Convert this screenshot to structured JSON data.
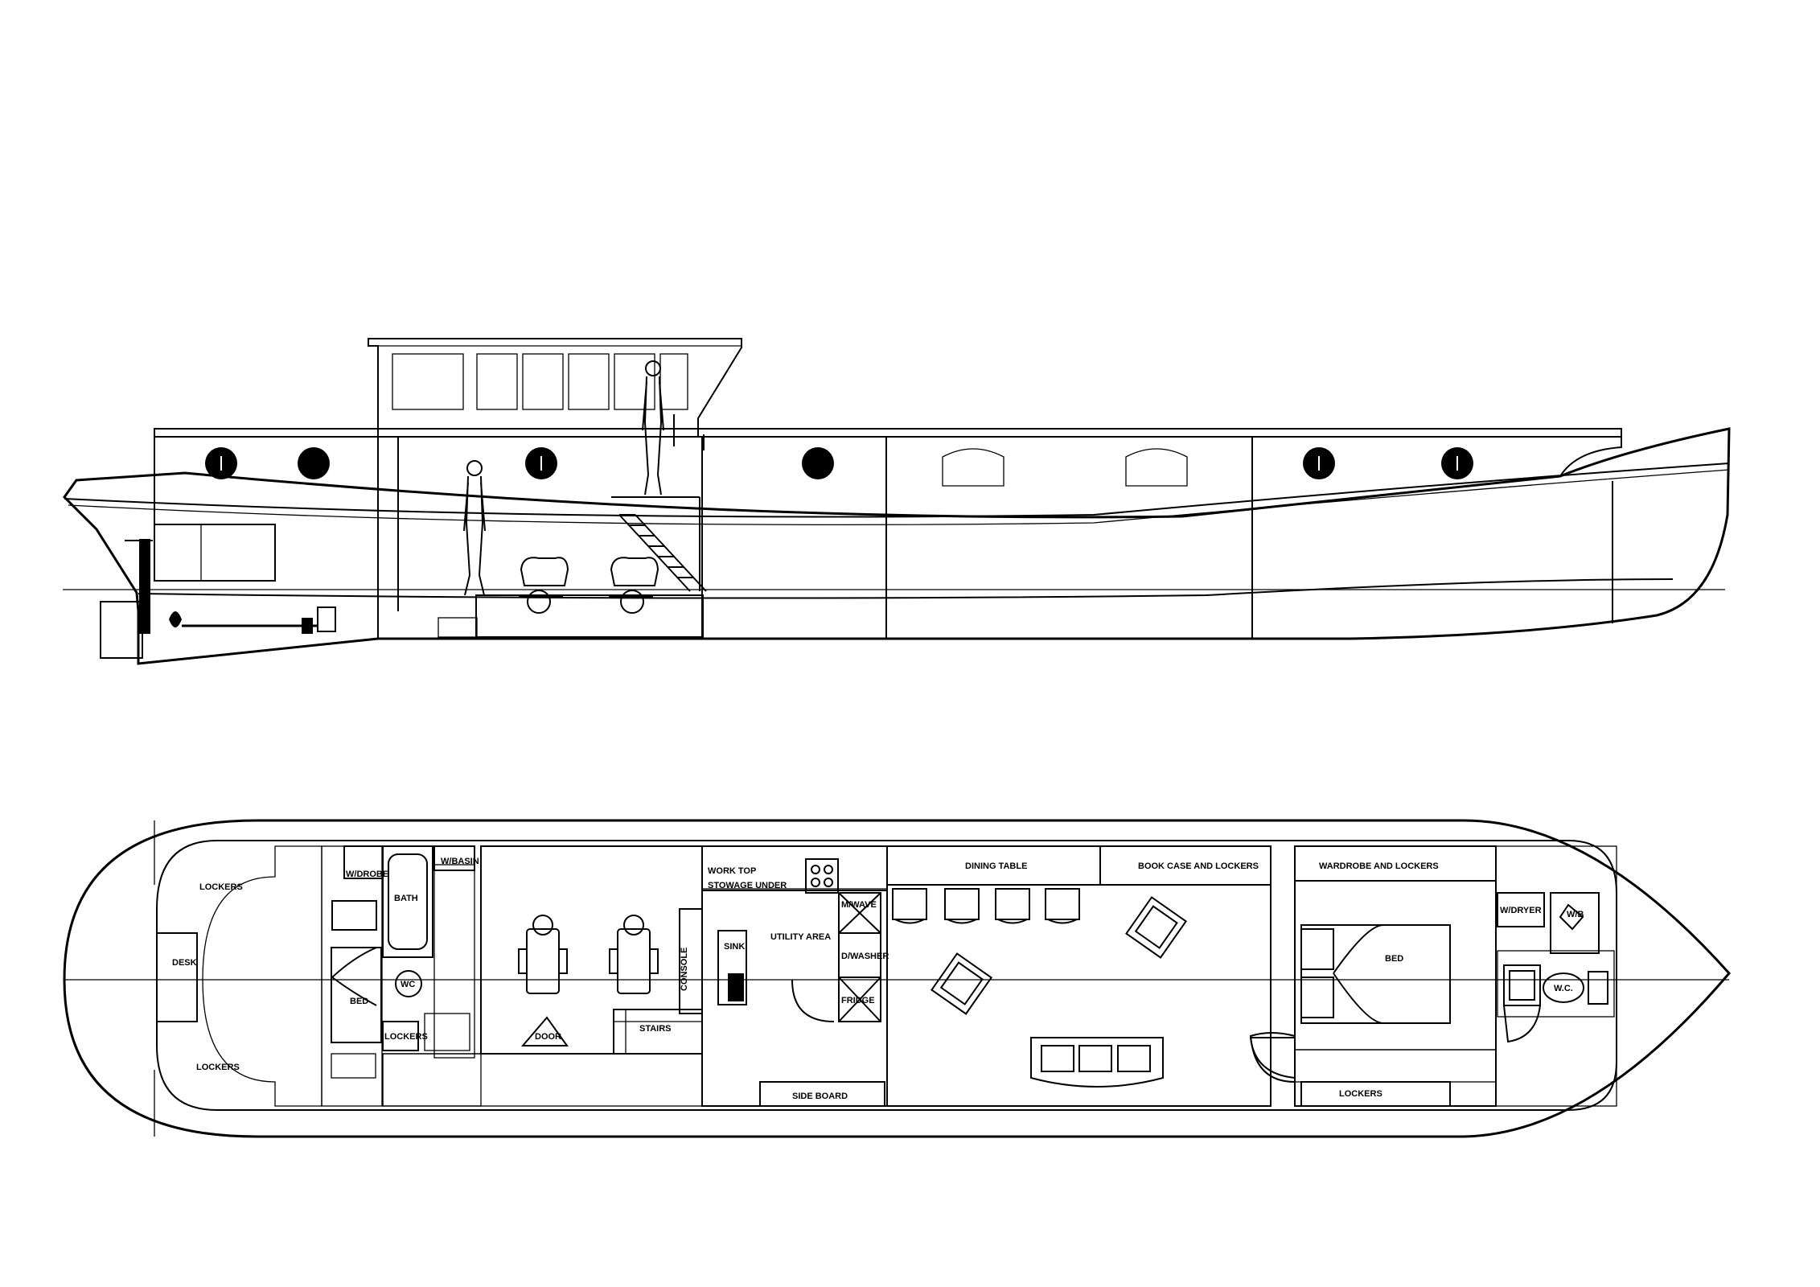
{
  "colors": {
    "line": "#000000",
    "background": "#ffffff",
    "gray_fill": "#9a9a9a"
  },
  "plan_labels": {
    "lockers_aft_top": "LOCKERS",
    "desk": "DESK",
    "lockers_aft_bottom": "LOCKERS",
    "w_drobe": "W/DROBE",
    "bath": "BATH",
    "w_basin": "W/BASIN",
    "wc_aft": "WC",
    "bed_aft": "BED",
    "lockers_small": "LOCKERS",
    "door": "DOOR",
    "stairs": "STAIRS",
    "console": "CONSOLE",
    "work_top": "WORK TOP",
    "stowage_under": "STOWAGE UNDER",
    "sink": "SINK",
    "m_wave": "M/WAVE",
    "d_washer": "D/WASHER",
    "fridge": "FRIDGE",
    "utility_area": "UTILITY AREA",
    "side_board": "SIDE BOARD",
    "dining_table": "DINING TABLE",
    "book_case": "BOOK CASE AND LOCKERS",
    "wardrobe": "WARDROBE AND LOCKERS",
    "bed_fwd": "BED",
    "lockers_fwd": "LOCKERS",
    "w_dryer": "W/DRYER",
    "w_b": "W/B",
    "wc_fwd": "W.C."
  }
}
